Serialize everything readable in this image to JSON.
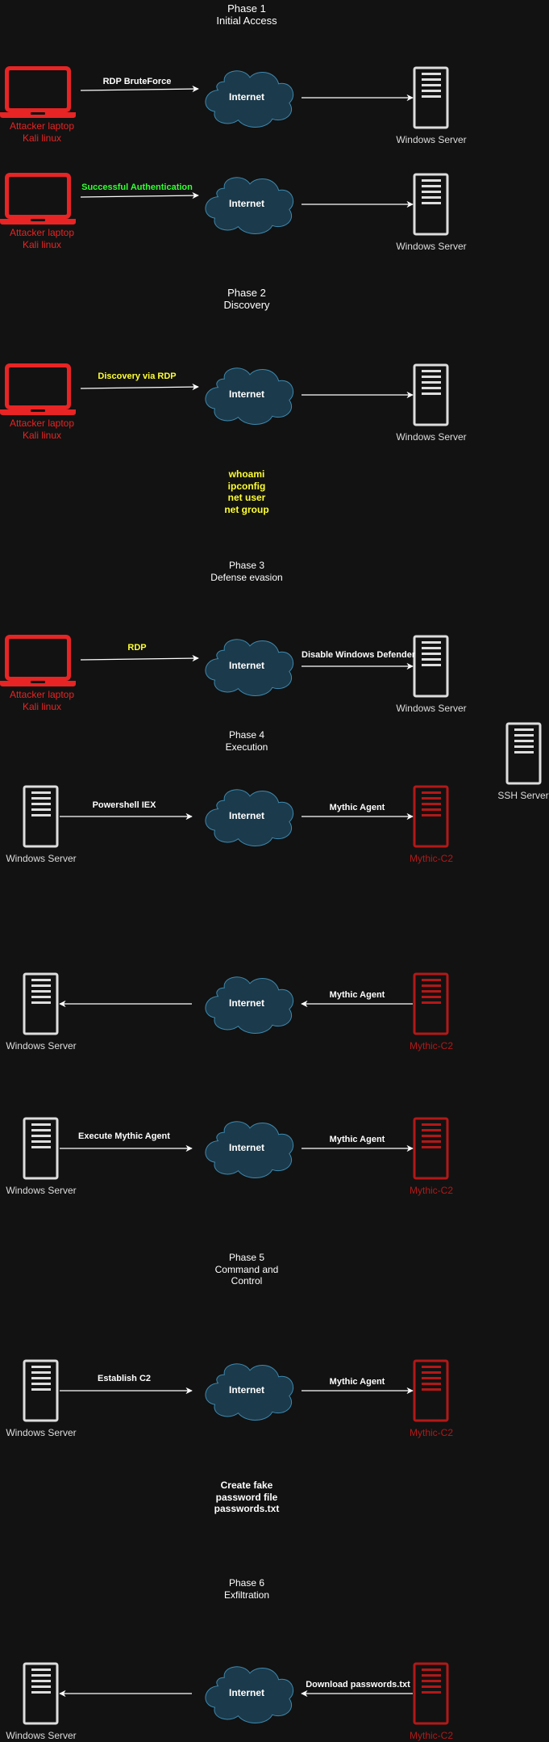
{
  "phases": [
    {
      "line1": "Phase 1",
      "line2": "Initial Access"
    },
    {
      "line1": "Phase 2",
      "line2": "Discovery"
    },
    {
      "line1": "Phase 3",
      "line2": "Defense evasion"
    },
    {
      "line1": "Phase 4",
      "line2": "Execution"
    },
    {
      "line1": "Phase 5",
      "line2": "Command and",
      "line3": "Control"
    },
    {
      "line1": "Phase 6",
      "line2": "Exfiltration"
    }
  ],
  "labels": {
    "attacker_line1": "Attacker laptop",
    "attacker_line2": "Kali linux",
    "windows_server": "Windows Server",
    "mythic_c2": "Mythic-C2",
    "ssh_server": "SSH Server",
    "internet": "Internet"
  },
  "edges": {
    "rdp_bruteforce": "RDP BruteForce",
    "successful_auth": "Successful Authentication",
    "discovery_rdp": "Discovery via RDP",
    "rdp": "RDP",
    "disable_defender": "Disable Windows Defender",
    "powershell_iex": "Powershell IEX",
    "mythic_agent": "Mythic Agent",
    "execute_mythic_agent": "Execute Mythic Agent",
    "establish_c2": "Establish C2",
    "download_passwords": "Download passwords.txt"
  },
  "notes": {
    "discovery_commands": [
      "whoami",
      "ipconfig",
      "net user",
      "net group"
    ],
    "fake_password_file": [
      "Create fake",
      "password file",
      "passwords.txt"
    ]
  },
  "colors": {
    "background": "#121212",
    "laptop_red": "#e82424",
    "c2_red": "#b31818",
    "server_white": "#dddddd",
    "cloud_fill": "#1b3a4b",
    "cloud_stroke": "#3c8ab0",
    "highlight_yellow": "#ffff33",
    "highlight_green": "#33ff33"
  }
}
